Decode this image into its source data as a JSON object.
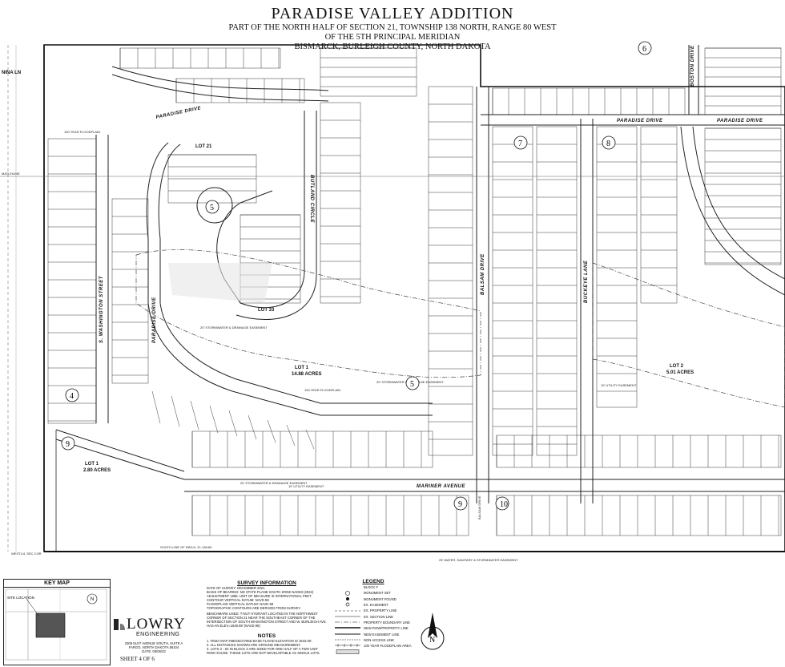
{
  "header": {
    "title": "PARADISE VALLEY ADDITION",
    "line1": "PART OF THE NORTH HALF OF SECTION 21, TOWNSHIP 138 NORTH, RANGE 80 WEST",
    "line2": "OF THE 5TH PRINCIPAL MERIDIAN",
    "line3": "BISMARCK, BURLEIGH COUNTY, NORTH DAKOTA"
  },
  "streets": {
    "paradise_drive": "PARADISE DRIVE",
    "butland_circle": "BUTLAND CIRCLE",
    "s_washington": "S. WASHINGTON STREET",
    "mariner_avenue": "MARINER AVENUE",
    "balsam_drive": "BALSAM DRIVE",
    "buckeye_lane": "BUCKEYE LANE",
    "boston_drive": "BOSTON DRIVE",
    "nina_ln": "NINA LN",
    "matchline": "MATCHLINE"
  },
  "annotations": {
    "floodplain": "100 YEAR FLOODPLAIN",
    "lot1_area": "14.88 ACRES",
    "lot_s_area": "2.80 ACRES",
    "lot2_area": "5.01 ACRES",
    "storm": "20' STORMWATER & DRAINAGE EASEMENT",
    "utility": "10' UTILITY EASEMENT",
    "south_line": "SOUTH LINE OF NW1/4, 21-138-80",
    "water": "25' WATER, SANITARY & STORMWATER EASEMENT",
    "west_corner": "WEST1/4, SEC COR",
    "lot21": "LOT 21",
    "lot33": "LOT 33",
    "lot1": "LOT 1",
    "lot2": "LOT 2"
  },
  "blocks": [
    "4",
    "5",
    "5",
    "6",
    "7",
    "8",
    "9",
    "9",
    "10"
  ],
  "keymap": {
    "title": "KEY MAP",
    "site": "SITE LOCATION"
  },
  "company": {
    "name": "LOWRY",
    "sub": "ENGINEERING",
    "addr1": "3306 51ST AVENUE SOUTH, SUITE A",
    "addr2": "FARGO, NORTH DAKOTA 58104",
    "date": "DATE: 09/06/23",
    "sheet": "SHEET 4 OF 6"
  },
  "survey": {
    "title": "SURVEY INFORMATION",
    "lines": [
      "DATE OF SURVEY: DECEMBER 2021",
      "BASIS OF BEARING: ND STATE PLANE SOUTH ZONE NAD83 (2022)",
      "ADJUSTMENT 1986. UNIT OF MEASURE IS INTERNATIONAL FEET.",
      "CONTOUR VERTICAL DATUM: NAVD 88",
      "FLOODPLAIN VERTICAL DATUM: NAVD 88",
      "TOPOGRAPHIC CONTOURS ARE DERIVED FROM SURVEY."
    ],
    "benchmark": [
      "BENCHMARK USED: T-NUT HYDRANT LOCATED IN THE NORTHWEST",
      "CORNER OF SECTION 21 NEAR THE SOUTHEAST CORNER OF THE",
      "INTERSECTION OF SOUTH WASHINGTON STREET AND W. BURLEIGH AVE",
      "HAS AN ELEV=1640.98' (NAVD 88)"
    ]
  },
  "notes": {
    "title": "NOTES",
    "lines": [
      "1.  FEMA MAP #38015C0795D BASE FLOOD ELEVATION IS 1634.00'.",
      "2.  ALL DISTANCES SHOWN ARE GROUND MEASUREMENT.",
      "3.  LOTS 2 - 63 IN BLOCK 3 ARE SIZED FOR ONE HALF OF A TWO UNIT",
      "     ROW HOUSE. THESE LOTS ARE NOT DEVELOPABLE AS SINGLE LOTS."
    ]
  },
  "legend": {
    "title": "LEGEND",
    "items": [
      "BLOCK #",
      "MONUMENT SET",
      "MONUMENT FOUND",
      "EX. EASEMENT",
      "EX. PROPERTY LINE",
      "EX. SECTION LINE",
      "PROPERTY BOUNDARY LINE",
      "NEW ROW/PROPERTY LINE",
      "NEW EASEMENT LINE",
      "NON ACCESS LINE",
      "100 YEAR FLOODPLAIN AREA"
    ]
  },
  "north_label": "N"
}
